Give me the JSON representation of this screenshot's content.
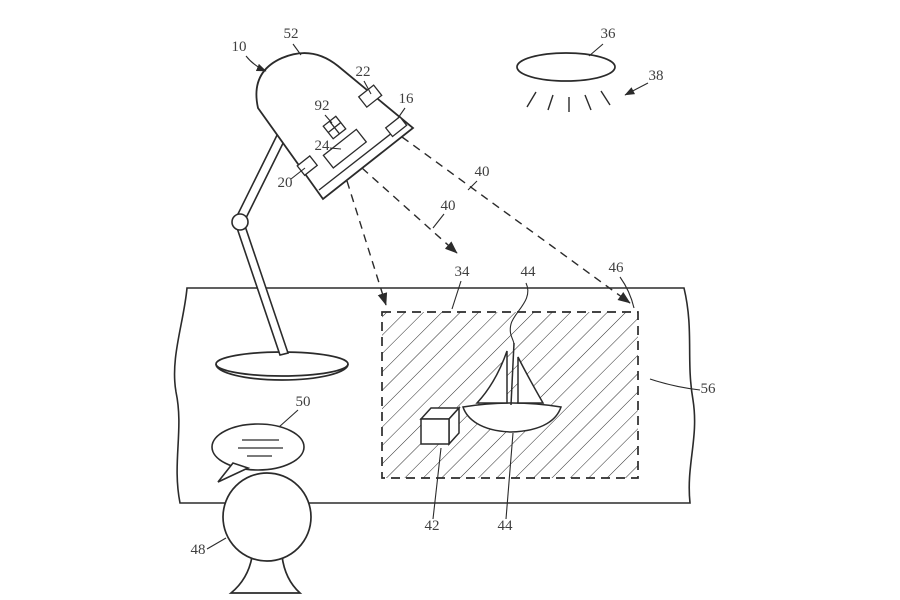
{
  "figure": {
    "background": "#ffffff",
    "line_color": "#2b2b2b",
    "label_color": "#3f3f3f"
  },
  "labels": {
    "ref10": "10",
    "ref52": "52",
    "ref22": "22",
    "ref16": "16",
    "ref92": "92",
    "ref24": "24",
    "ref20": "20",
    "ref40_upper": "40",
    "ref40_lower": "40",
    "ref36": "36",
    "ref38": "38",
    "ref34": "34",
    "ref44_top": "44",
    "ref46": "46",
    "ref56": "56",
    "ref50": "50",
    "ref42": "42",
    "ref44_bottom": "44",
    "ref48": "48"
  }
}
